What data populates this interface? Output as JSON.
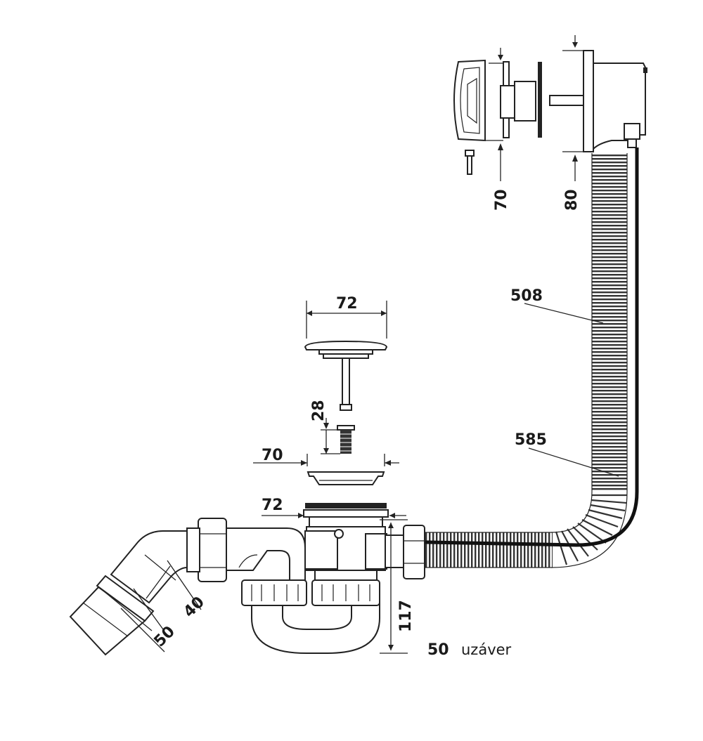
{
  "dimensions": {
    "overflow_cover_width": "70",
    "overflow_flange_width": "80",
    "hose_length_upper": "508",
    "hose_length_lower": "585",
    "plug_diameter": "72",
    "plug_stem_length": "28",
    "grate_diameter": "70",
    "drain_body_diameter": "72",
    "elbow_inner_diameter": "40",
    "outlet_diameter": "50",
    "trap_height": "117"
  },
  "caption": {
    "value": "50",
    "text": "uzáver"
  },
  "colors": {
    "line": "#222222",
    "hose_dark": "#2b2b2b",
    "background": "#ffffff"
  }
}
